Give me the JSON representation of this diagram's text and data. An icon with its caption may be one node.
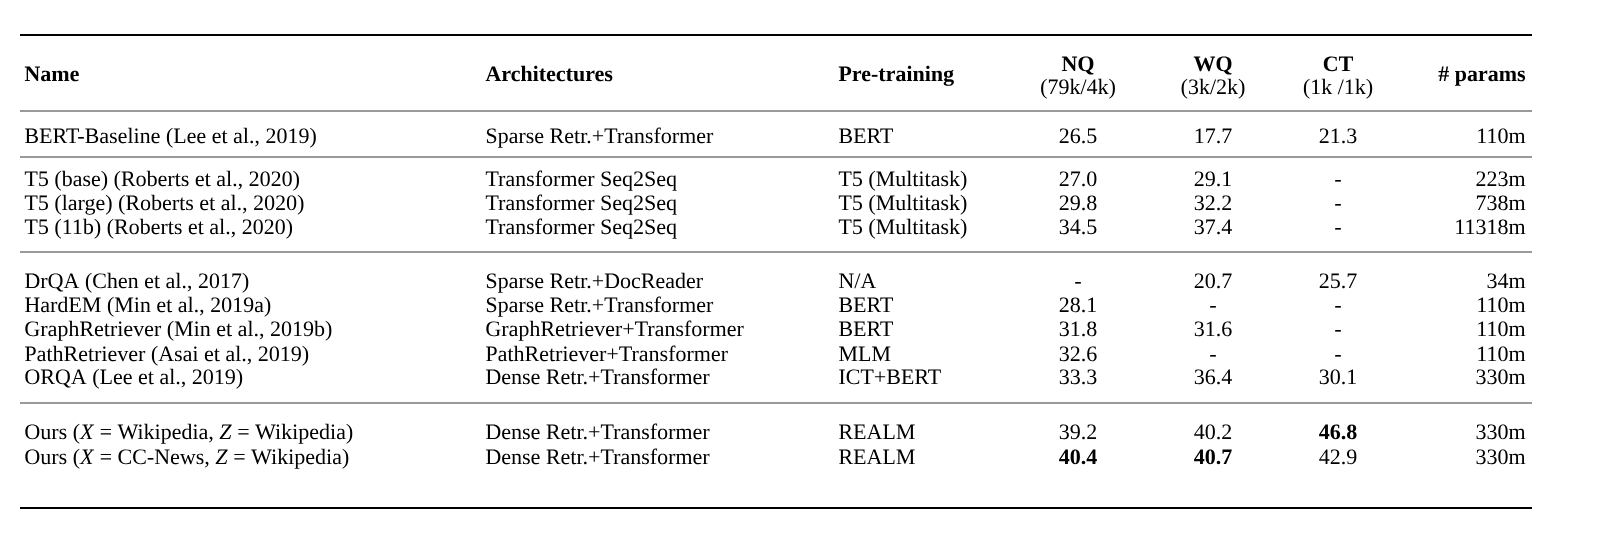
{
  "diagram": {
    "labels": [
      "Name",
      "Architectures",
      "Pre-training",
      "NQ",
      "WQ",
      "CT",
      "# params",
      "(79k/4k)",
      "(3k/2k)",
      "(1k /1k)",
      "BERT-Baseline (Lee et al., 2019)",
      "Sparse Retr.+Transformer",
      "BERT",
      "26.5",
      "17.7",
      "21.3",
      "110m",
      "T5 (base) (Roberts et al., 2020)",
      "Transformer Seq2Seq",
      "T5 (Multitask)",
      "27.0",
      "29.1",
      "-",
      "223m",
      "T5 (large) (Roberts et al., 2020)",
      "Transformer Seq2Seq",
      "T5 (Multitask)",
      "29.8",
      "32.2",
      "-",
      "738m",
      "T5 (11b) (Roberts et al., 2020)",
      "Transformer Seq2Seq",
      "T5 (Multitask)",
      "34.5",
      "37.4",
      "-",
      "11318m",
      "DrQA (Chen et al., 2017)",
      "Sparse Retr.+DocReader",
      "N/A",
      "-",
      "20.7",
      "25.7",
      "34m",
      "HardEM (Min et al., 2019a)",
      "Sparse Retr.+Transformer",
      "BERT",
      "28.1",
      "-",
      "-",
      "110m",
      "GraphRetriever (Min et al., 2019b)",
      "GraphRetriever+Transformer",
      "BERT",
      "31.8",
      "31.6",
      "-",
      "110m",
      "PathRetriever (Asai et al., 2019)",
      "PathRetriever+Transformer",
      "MLM",
      "32.6",
      "-",
      "-",
      "110m",
      "ORQA (Lee et al., 2019)",
      "Dense Retr.+Transformer",
      "ICT+BERT",
      "33.3",
      "36.4",
      "30.1",
      "330m",
      "Ours (*X* = Wikipedia, *Z* = Wikipedia)",
      "Dense Retr.+Transformer",
      "REALM",
      "39.2",
      "40.2",
      "**46.8**",
      "330m",
      "Ours (*X* = CC-News, *Z* = Wikipedia)",
      "Dense Retr.+Transformer",
      "REALM",
      "**40.4**",
      "**40.7**",
      "42.9",
      "330m"
    ]
  }
}
